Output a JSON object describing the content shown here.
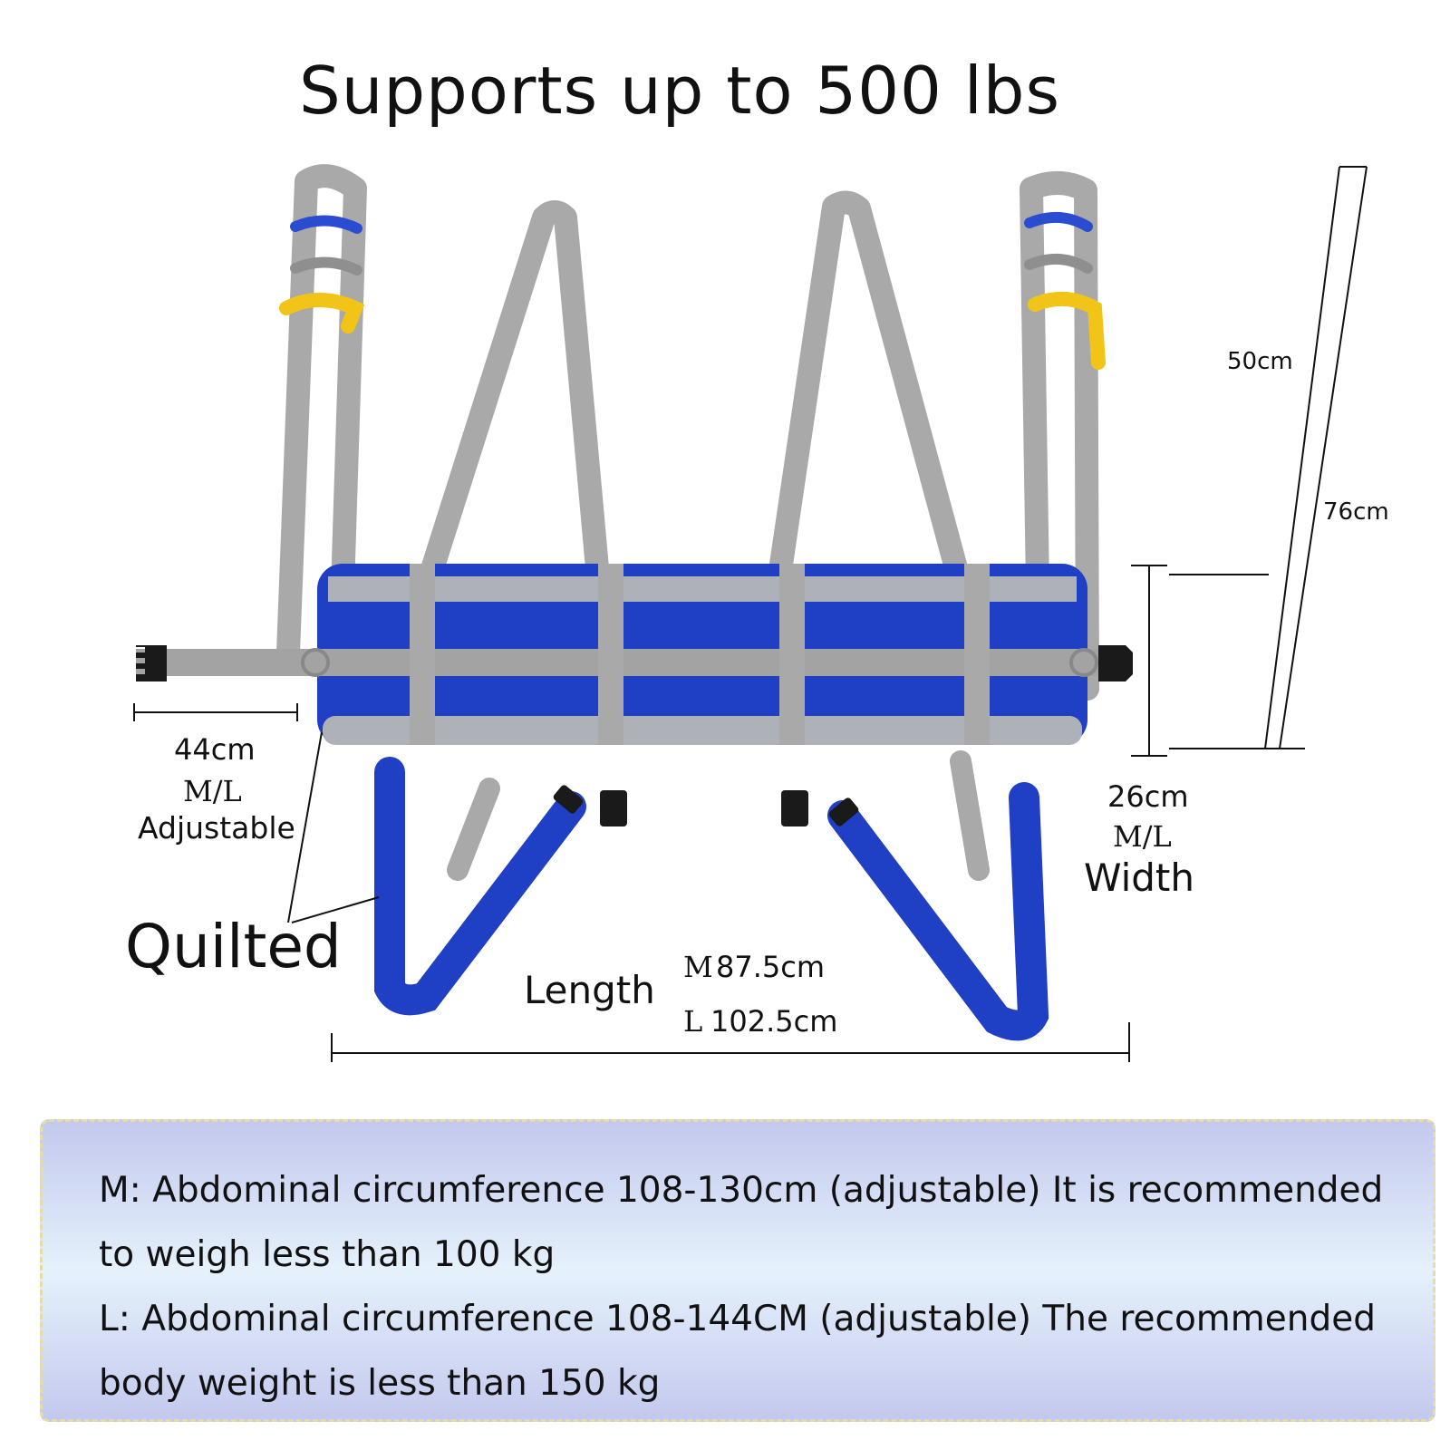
{
  "title": "Supports up to 500 lbs",
  "dimensions": {
    "strap_upper": "50cm",
    "strap_total": "76cm",
    "belt_adjust": "44cm",
    "belt_adjust_size": "M/L",
    "belt_adjust_note": "Adjustable",
    "width": "26cm",
    "width_size": "M/L",
    "width_label": "Width",
    "quilted": "Quilted",
    "length_label": "Length",
    "length_m_tag": "M",
    "length_m": "87.5cm",
    "length_l_tag": "L",
    "length_l": "102.5cm"
  },
  "info": {
    "m_line1": "M: Abdominal circumference 108-130cm (adjustable) It is recommended",
    "m_line2": "to weigh less than 100 kg",
    "l_line1": "L: Abdominal circumference 108-144CM (adjustable) The recommended",
    "l_line2": "body weight is less than 150 kg"
  },
  "colors": {
    "pad_blue": "#1f3fc4",
    "strap_grey": "#a9a9a9",
    "handle_yellow": "#f2c418",
    "box_border": "#e7dca4"
  }
}
